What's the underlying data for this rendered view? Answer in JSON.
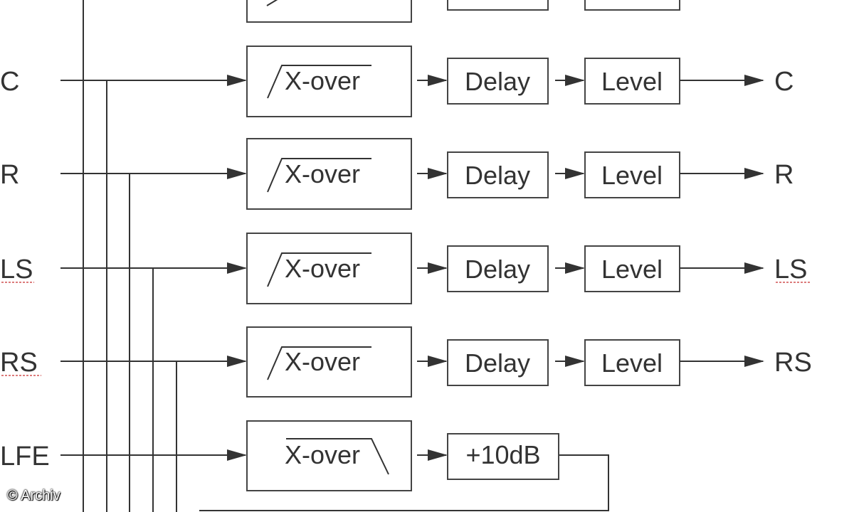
{
  "channels": [
    {
      "id": "c",
      "input": "C",
      "output": "C",
      "filter": "X-over",
      "delay": "Delay",
      "level": "Level"
    },
    {
      "id": "r",
      "input": "R",
      "output": "R",
      "filter": "X-over",
      "delay": "Delay",
      "level": "Level"
    },
    {
      "id": "ls",
      "input": "LS",
      "output": "LS",
      "filter": "X-over",
      "delay": "Delay",
      "level": "Level"
    },
    {
      "id": "rs",
      "input": "RS",
      "output": "RS",
      "filter": "X-over",
      "delay": "Delay",
      "level": "Level"
    }
  ],
  "lfe": {
    "input": "LFE",
    "filter": "X-over",
    "gain": "+10dB"
  },
  "copyright": "© Archiv",
  "colors": {
    "line": "#333333",
    "text": "#333333",
    "spellcheck": "#d05050"
  }
}
